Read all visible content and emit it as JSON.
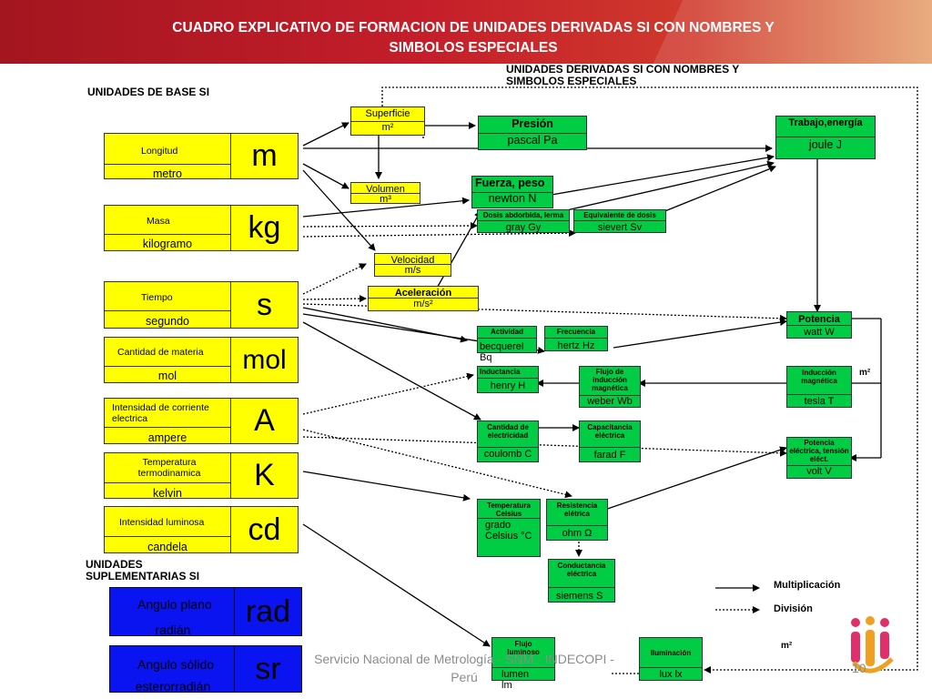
{
  "header": {
    "title": "CUADRO EXPLICATIVO DE FORMACION DE UNIDADES DERIVADAS SI CON NOMBRES Y SIMBOLOS ESPECIALES"
  },
  "section": {
    "derivadas_title": "UNIDADES DERIVADAS SI CON NOMBRES Y SIMBOLOS ESPECIALES",
    "base_title": "UNIDADES DE BASE SI",
    "suplementarias_title": "UNIDADES SUPLEMENTARIAS SI"
  },
  "base_units": [
    {
      "label": "Longitud",
      "name": "metro",
      "symbol": "m"
    },
    {
      "label": "Masa",
      "name": "kilogramo",
      "symbol": "kg"
    },
    {
      "label": "Tiempo",
      "name": "segundo",
      "symbol": "s"
    },
    {
      "label": "Cantidad de materia",
      "name": "mol",
      "symbol": "mol"
    },
    {
      "label": "Intensidad de corriente electrica",
      "name": "ampere",
      "symbol": "A"
    },
    {
      "label": "Temperatura termodinamica",
      "name": "kelvin",
      "symbol": "K"
    },
    {
      "label": "Intensidad luminosa",
      "name": "candela",
      "symbol": "cd"
    }
  ],
  "supplementary_units": [
    {
      "label": "Angulo plano",
      "name": "radián",
      "symbol": "rad"
    },
    {
      "label": "Angulo sólido",
      "name": "esterorradián",
      "symbol": "sr"
    }
  ],
  "intermediate": {
    "superficie": {
      "label": "Superficie",
      "unit": "m²"
    },
    "volumen": {
      "label": "Volumen",
      "unit": "m³"
    },
    "velocidad": {
      "label": "Velocidad",
      "unit": "m/s"
    },
    "aceleracion": {
      "label": "Aceleración",
      "unit": "m/s²"
    }
  },
  "derived": {
    "presion": {
      "label": "Presión",
      "unit": "pascal Pa"
    },
    "fuerza": {
      "label": "Fuerza, peso",
      "unit": "newton N"
    },
    "trabajo": {
      "label": "Trabajo,energía",
      "unit": "joule J"
    },
    "dosis": {
      "label": "Dosis abdorbida, lerma",
      "unit": "gray Gy"
    },
    "equivalente": {
      "label": "Equivalente de dosis",
      "unit": "sievert Sv"
    },
    "potencia": {
      "label": "Potencia",
      "unit": "watt W"
    },
    "actividad": {
      "label": "Actividad",
      "unit": "becquerel Bq"
    },
    "frecuencia": {
      "label": "Frecuencia",
      "unit": "hertz Hz"
    },
    "inductancia": {
      "label": "Inductancia",
      "unit": "henry H"
    },
    "flujo_magnetico": {
      "label": "Flujo de inducción magnética",
      "unit": "weber Wb"
    },
    "induccion": {
      "label": "Inducción magnética",
      "unit": "tesla T"
    },
    "cantidad_electricidad": {
      "label": "Cantidad de electricidad",
      "unit": "coulomb C"
    },
    "capacitancia": {
      "label": "Capacitancia eléctrica",
      "unit": "farad F"
    },
    "potencial": {
      "label": "Potencia eléctrica, tensión eléct.",
      "unit": "volt V"
    },
    "temperatura_celsius": {
      "label": "Temperatura Celsius",
      "unit": "grado Celsius °C"
    },
    "resistencia": {
      "label": "Resistencia elétrica",
      "unit": "ohm Ω"
    },
    "conductancia": {
      "label": "Conductancia eléctrica",
      "unit": "siemens S"
    },
    "flujo_luminoso": {
      "label": "Flujo luminoso",
      "unit": "lumen lm"
    },
    "iluminacion": {
      "label": "Iluminación",
      "unit": "lux lx"
    }
  },
  "annotations": {
    "m2_a": "m²",
    "m2_b": "m²"
  },
  "legend": {
    "multiplicacion": "Multiplicación",
    "division": "División"
  },
  "footer": {
    "text": "Servicio Nacional de Metrología - SNM - INDECOPI - Perú",
    "page": "10"
  },
  "colors": {
    "header": "#c41e2a",
    "base": "#ffff00",
    "derived_green": "#00cc44",
    "supplementary": "#0a14f0"
  }
}
